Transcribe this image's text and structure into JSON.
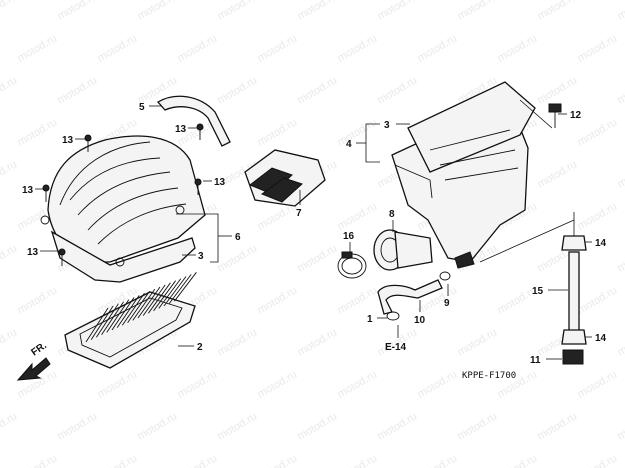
{
  "watermark": "motod.ru",
  "diagram_code": "KPPE-F1700",
  "direction_label": "FR.",
  "reference": "E-14",
  "callouts": {
    "c1": "1",
    "c2": "2",
    "c3a": "3",
    "c3b": "3",
    "c4": "4",
    "c5": "5",
    "c6": "6",
    "c7": "7",
    "c8": "8",
    "c9": "9",
    "c10": "10",
    "c11": "11",
    "c12": "12",
    "c13a": "13",
    "c13b": "13",
    "c13c": "13",
    "c13d": "13",
    "c13e": "13",
    "c14a": "14",
    "c14b": "14",
    "c15": "15",
    "c16": "16"
  }
}
